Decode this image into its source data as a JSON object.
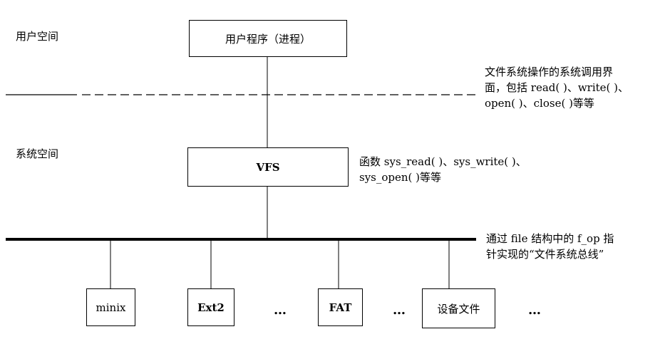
{
  "spaces": {
    "user_space": "用户空间",
    "system_space": "系统空间"
  },
  "boxes": {
    "user_program": "用户程序（进程）",
    "vfs": "VFS",
    "minix": "minix",
    "ext2": "Ext2",
    "fat": "FAT",
    "device_file": "设备文件"
  },
  "notes": {
    "syscall_line1": "文件系统操作的系统调用界",
    "syscall_line2": "面，包括 read( )、write( )、",
    "syscall_line3": "open( )、close( )等等",
    "vfs_line1": "函数 sys_read( )、sys_write( )、",
    "vfs_line2": "sys_open( )等等",
    "bus_line1": "通过 file 结构中的 f_op 指",
    "bus_line2": "针实现的“文件系统总线”"
  },
  "ellipses": {
    "e1": "…",
    "e2": "…",
    "e3": "…"
  }
}
